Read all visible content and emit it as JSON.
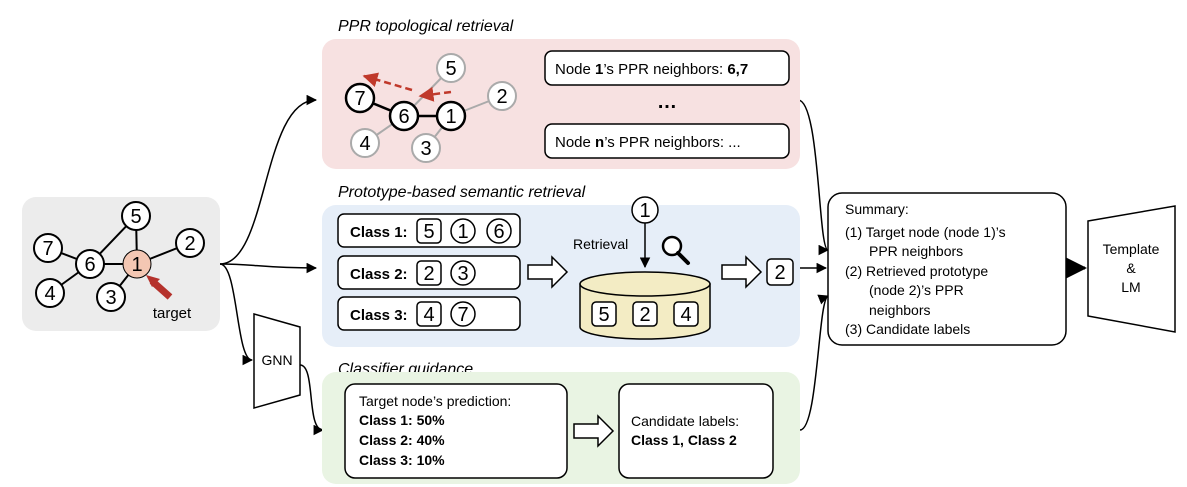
{
  "input_graph": {
    "nodes": [
      {
        "id": "5",
        "highlight": false
      },
      {
        "id": "7",
        "highlight": false
      },
      {
        "id": "6",
        "highlight": false
      },
      {
        "id": "1",
        "highlight": true
      },
      {
        "id": "2",
        "highlight": false
      },
      {
        "id": "4",
        "highlight": false
      },
      {
        "id": "3",
        "highlight": false
      }
    ],
    "target_label": "target",
    "colors": {
      "panel": "#ececec",
      "target_fill": "#f4c7b3",
      "target_arrow": "#b5322c"
    }
  },
  "gnn": {
    "label": "GNN"
  },
  "ppr": {
    "title": "PPR topological retrieval",
    "panel_color": "#f7e1e1",
    "graph_nodes": [
      {
        "id": "5",
        "faded": true
      },
      {
        "id": "7",
        "faded": false
      },
      {
        "id": "6",
        "faded": false
      },
      {
        "id": "1",
        "faded": false
      },
      {
        "id": "2",
        "faded": true
      },
      {
        "id": "4",
        "faded": true
      },
      {
        "id": "3",
        "faded": true
      }
    ],
    "walk_arrow_color": "#c0392b",
    "box1": {
      "prefix": "Node ",
      "node": "1",
      "middle": "’s PPR neighbors: ",
      "value": "6,7"
    },
    "ellipsis": "…",
    "boxn": {
      "prefix": "Node ",
      "node": "n",
      "middle": "’s PPR neighbors: ",
      "value": "..."
    }
  },
  "semantic": {
    "title": "Prototype-based semantic retrieval",
    "panel_color": "#e6eef8",
    "classes": [
      {
        "label": "Class 1:",
        "items": [
          {
            "id": "5",
            "shape": "square"
          },
          {
            "id": "1",
            "shape": "circle"
          },
          {
            "id": "6",
            "shape": "circle"
          }
        ]
      },
      {
        "label": "Class 2:",
        "items": [
          {
            "id": "2",
            "shape": "square"
          },
          {
            "id": "3",
            "shape": "circle"
          }
        ]
      },
      {
        "label": "Class 3:",
        "items": [
          {
            "id": "4",
            "shape": "square"
          },
          {
            "id": "7",
            "shape": "circle"
          }
        ]
      }
    ],
    "query_node": "1",
    "retrieval_label": "Retrieval",
    "db_items": [
      "5",
      "2",
      "4"
    ],
    "db_color": "#f3ecc4",
    "result": "2"
  },
  "classifier": {
    "title": "Classifier guidance",
    "panel_color": "#e9f4e3",
    "prediction_title": "Target node’s prediction:",
    "predictions": [
      "Class 1: 50%",
      "Class 2: 40%",
      "Class 3: 10%"
    ],
    "candidate_title": "Candidate labels:",
    "candidate_value": "Class 1, Class 2"
  },
  "summary": {
    "title": "Summary:",
    "lines": [
      "(1) Target node (node 1)’s",
      "PPR neighbors",
      "(2) Retrieved prototype",
      "(node 2)’s PPR",
      "neighbors",
      "(3) Candidate labels"
    ]
  },
  "template": {
    "lines": [
      "Template",
      "&",
      "LM"
    ]
  }
}
